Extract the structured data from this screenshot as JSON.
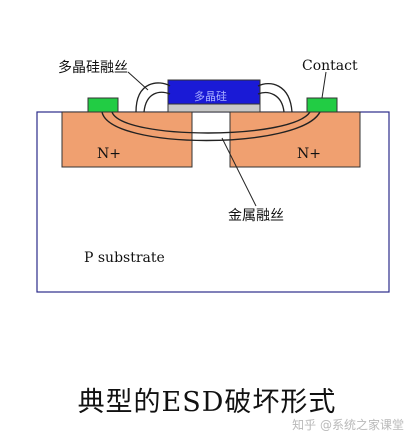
{
  "labels": {
    "poly_fuse": "多晶硅融丝",
    "contact": "Contact",
    "poly_gate": "多晶硅",
    "n_plus_left": "N+",
    "n_plus_right": "N+",
    "metal_fuse": "金属融丝",
    "substrate": "P substrate"
  },
  "caption": "典型的ESD破坏形式",
  "watermark": "知乎 @系统之家课堂",
  "colors": {
    "substrate_border": "#2b2b8a",
    "n_plus_fill": "#f0a070",
    "contact_fill": "#22cc44",
    "poly_fill": "#1a1ad6",
    "oxide_fill": "#c8c8c8"
  }
}
